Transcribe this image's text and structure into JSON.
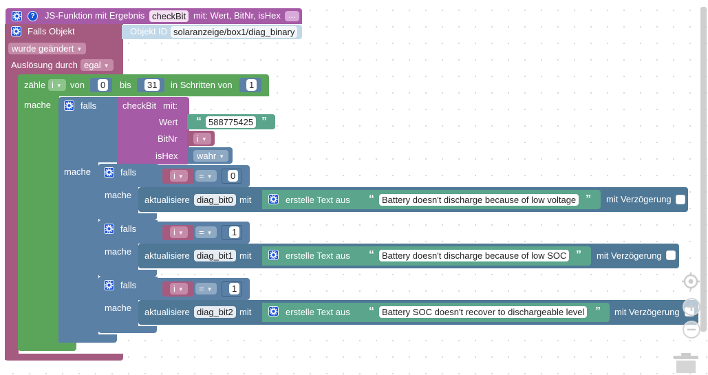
{
  "colors": {
    "event": "#a55b80",
    "function": "#a55ba5",
    "loop": "#5ba55b",
    "logic": "#5b80a5",
    "text": "#5ba58c",
    "action": "#4f7896",
    "objectid": "#c0d8e8",
    "background": "#ffffff"
  },
  "function_block": {
    "title": "JS-Funktion mit Ergebnis",
    "name": "checkBit",
    "params": "mit: Wert, BitNr, isHex",
    "more": "..."
  },
  "trigger": {
    "label": "Falls Objekt",
    "object_id_label": "Objekt ID",
    "object_id": "solaranzeige/box1/diag_binary",
    "condition": "wurde geändert",
    "trigger_label": "Auslösung durch",
    "trigger_value": "egal"
  },
  "loop": {
    "label": "zähle",
    "var": "i",
    "from_label": "von",
    "from": "0",
    "to_label": "bis",
    "to": "31",
    "step_label": "in Schritten von",
    "step": "1",
    "do_label": "mache"
  },
  "outer_if": {
    "label": "falls",
    "do_label": "mache",
    "call": {
      "name": "checkBit",
      "mit": "mit:",
      "args": [
        {
          "label": "Wert",
          "value": "588775425"
        },
        {
          "label": "BitNr",
          "value": "i"
        },
        {
          "label": "isHex",
          "value": "wahr"
        }
      ]
    }
  },
  "inner_ifs": [
    {
      "label": "falls",
      "var": "i",
      "op": "=",
      "num": "0",
      "do_label": "mache",
      "update_label": "aktualisiere",
      "target": "diag_bit0",
      "mit": "mit",
      "create_text": "erstelle Text aus",
      "message": "Battery doesn't discharge because of low voltage",
      "delay_label": "mit Verzögerung"
    },
    {
      "label": "falls",
      "var": "i",
      "op": "=",
      "num": "1",
      "do_label": "mache",
      "update_label": "aktualisiere",
      "target": "diag_bit1",
      "mit": "mit",
      "create_text": "erstelle Text aus",
      "message": "Battery doesn't discharge because of low SOC",
      "delay_label": "mit Verzögerung"
    },
    {
      "label": "falls",
      "var": "i",
      "op": "=",
      "num": "1",
      "do_label": "mache",
      "update_label": "aktualisiere",
      "target": "diag_bit2",
      "mit": "mit",
      "create_text": "erstelle Text aus",
      "message": "Battery SOC doesn't recover to dischargeable level",
      "delay_label": "mit Verzögerung"
    }
  ],
  "icons": [
    "gear-icon",
    "help-icon",
    "target-icon",
    "zoom-in-icon",
    "zoom-out-icon",
    "trash-icon"
  ]
}
